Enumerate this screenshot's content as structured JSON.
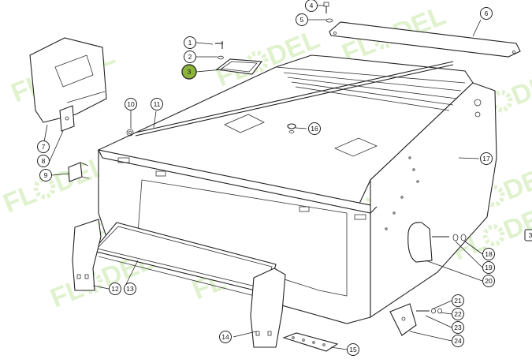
{
  "diagram": {
    "watermark_text": [
      "FL",
      "DEL"
    ],
    "watermark_color": "#8fd14f",
    "highlight_color": "#8db43a",
    "callouts": [
      {
        "label": "1",
        "highlighted": false
      },
      {
        "label": "2",
        "highlighted": false
      },
      {
        "label": "3",
        "highlighted": true
      },
      {
        "label": "4",
        "highlighted": false
      },
      {
        "label": "5",
        "highlighted": false
      },
      {
        "label": "6",
        "highlighted": false
      },
      {
        "label": "7",
        "highlighted": false
      },
      {
        "label": "8",
        "highlighted": false
      },
      {
        "label": "9",
        "highlighted": false
      },
      {
        "label": "10",
        "highlighted": false
      },
      {
        "label": "11",
        "highlighted": false
      },
      {
        "label": "12",
        "highlighted": false
      },
      {
        "label": "13",
        "highlighted": false
      },
      {
        "label": "14",
        "highlighted": false
      },
      {
        "label": "15",
        "highlighted": false
      },
      {
        "label": "16",
        "highlighted": false
      },
      {
        "label": "17",
        "highlighted": false
      },
      {
        "label": "18",
        "highlighted": false
      },
      {
        "label": "19",
        "highlighted": false
      },
      {
        "label": "20",
        "highlighted": false
      },
      {
        "label": "21",
        "highlighted": false
      },
      {
        "label": "22",
        "highlighted": false
      },
      {
        "label": "23",
        "highlighted": false
      },
      {
        "label": "24",
        "highlighted": false
      }
    ],
    "edge_label": "3"
  }
}
